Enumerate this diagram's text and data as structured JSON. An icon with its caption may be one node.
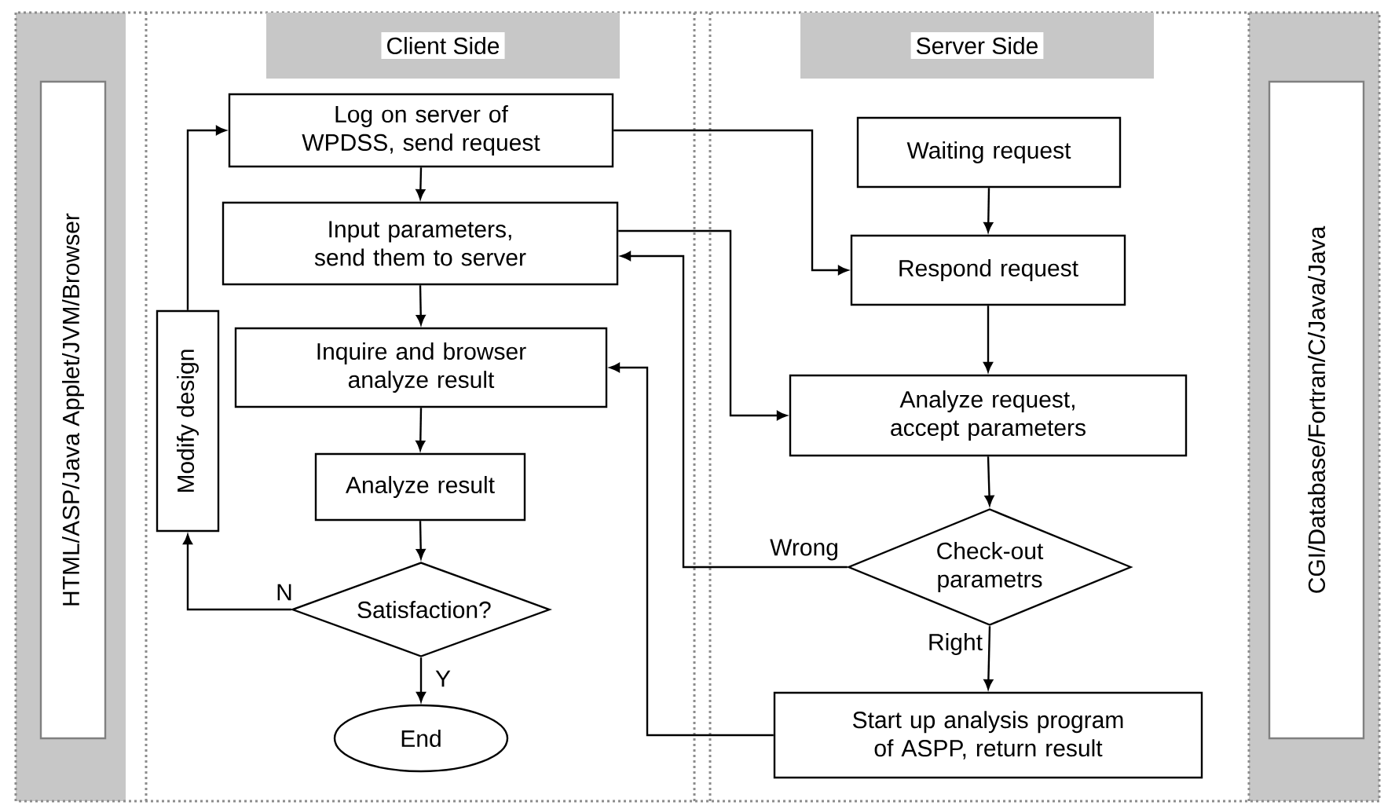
{
  "diagram": {
    "nodes": [
      {
        "text": [
          "HTML/ASP/Java Applet/JVM/Browser"
        ]
      },
      {
        "text": [
          "Client Side"
        ]
      },
      {
        "text": [
          "Server Side"
        ]
      },
      {
        "text": [
          "CGI/Database/Fortran/C/Java/Java"
        ]
      },
      {
        "text": [
          "Log on server of WPDSS, send request"
        ]
      },
      {
        "text": [
          "Input parameters, send them to server"
        ]
      },
      {
        "text": [
          "Inquire and browser analyze result"
        ]
      },
      {
        "text": [
          "Analyze result"
        ]
      },
      {
        "text": [
          "Satisfaction?"
        ]
      },
      {
        "text": [
          "End"
        ]
      },
      {
        "text": [
          "Modify design"
        ]
      },
      {
        "text": [
          "Waiting request"
        ]
      },
      {
        "text": [
          "Respond request"
        ]
      },
      {
        "text": [
          "Analyze request, accept parameters"
        ]
      },
      {
        "text": [
          "Check-out parametrs"
        ]
      },
      {
        "text": [
          "Start up analysis program of ASPP, return result"
        ]
      }
    ],
    "edges": [
      {
        "from": 4,
        "to": 5,
        "arrow": "to"
      },
      {
        "from": 5,
        "to": 6,
        "arrow": "to"
      },
      {
        "from": 6,
        "to": 7,
        "arrow": "to"
      },
      {
        "from": 7,
        "to": 8,
        "arrow": "to"
      },
      {
        "from": 8,
        "to": 9,
        "arrow": "to",
        "label": "Y"
      },
      {
        "from": 8,
        "to": 10,
        "arrow": "to",
        "label": "N"
      },
      {
        "from": 10,
        "to": 4,
        "arrow": "to"
      },
      {
        "from": 4,
        "to": 12,
        "arrow": "to"
      },
      {
        "from": 11,
        "to": 12,
        "arrow": "to"
      },
      {
        "from": 12,
        "to": 13,
        "arrow": "to"
      },
      {
        "from": 5,
        "to": 13,
        "arrow": "to"
      },
      {
        "from": 13,
        "to": 14,
        "arrow": "to"
      },
      {
        "from": 14,
        "to": 15,
        "arrow": "to",
        "label": "Right"
      },
      {
        "from": 14,
        "to": 5,
        "arrow": "to",
        "label": "Wrong"
      },
      {
        "from": 15,
        "to": 6,
        "arrow": "to"
      }
    ]
  }
}
